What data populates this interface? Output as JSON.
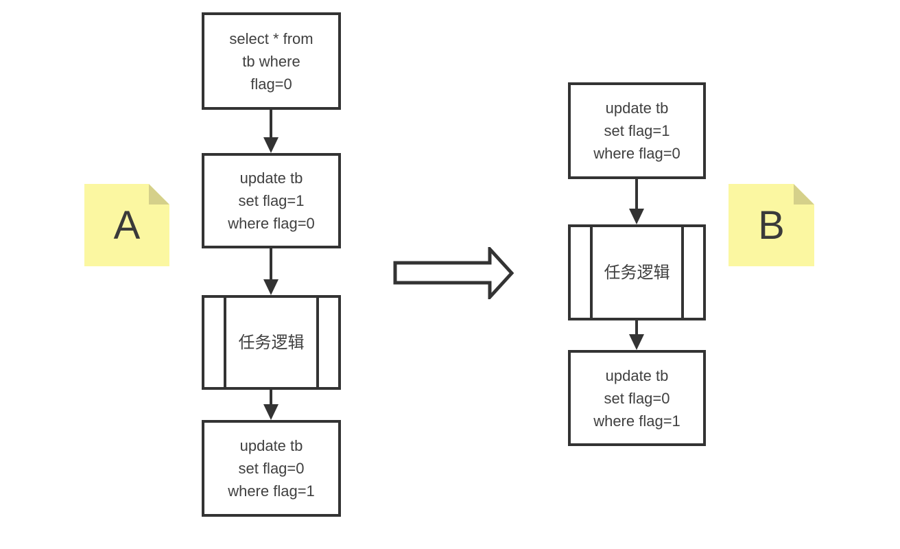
{
  "colors": {
    "line": "#333333",
    "box_fill": "#ffffff",
    "text": "#404040",
    "note_fill": "#fbf7a1",
    "note_fold": "#d5d08a",
    "note_text": "#3a3a3a"
  },
  "flows": {
    "a": {
      "note_label": "A",
      "nodes": [
        {
          "type": "process",
          "label": "select * from\ntb where\nflag=0"
        },
        {
          "type": "process",
          "label": "update tb\nset flag=1\nwhere flag=0"
        },
        {
          "type": "subroutine",
          "label": "任务逻辑"
        },
        {
          "type": "process",
          "label": "update tb\nset flag=0\nwhere flag=1"
        }
      ]
    },
    "b": {
      "note_label": "B",
      "nodes": [
        {
          "type": "process",
          "label": "update tb\nset flag=1\nwhere flag=0"
        },
        {
          "type": "subroutine",
          "label": "任务逻辑"
        },
        {
          "type": "process",
          "label": "update tb\nset flag=0\nwhere flag=1"
        }
      ]
    }
  },
  "transform_arrow": {
    "direction": "right"
  }
}
